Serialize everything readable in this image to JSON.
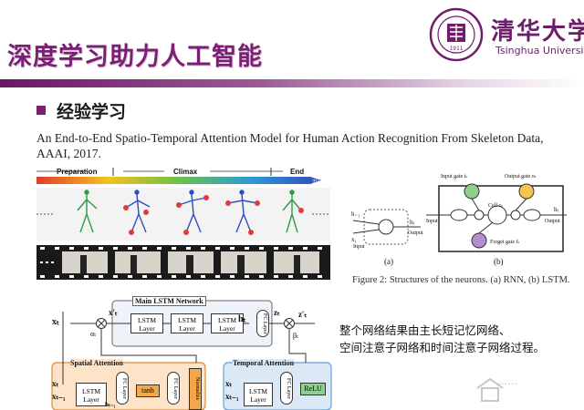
{
  "slide": {
    "title": "深度学习助力人工智能",
    "section": "经验学习",
    "citation": "An End-to-End Spatio-Temporal Attention Model for Human Action Recognition From Skeleton Data, AAAI, 2017.",
    "description_lines": [
      "整个网络结果由主长短记忆网络、",
      "空间注意子网络和时间注意子网络过程。"
    ],
    "watermark": "……"
  },
  "logo": {
    "name_cn": "清华大学",
    "name_en": "Tsinghua University",
    "seal_text": "1911"
  },
  "figure_timeline": {
    "phases": [
      "Preparation",
      "Climax",
      "End"
    ],
    "axis_label": "Time"
  },
  "figure_neurons": {
    "caption": "Figure 2: Structures of the neurons. (a) RNN, (b) LSTM.",
    "label_a": "(a)",
    "label_b": "(b)",
    "rnn_labels": {
      "h_prev": "h₋₁",
      "x_in": "x₁",
      "input": "Input",
      "output": "Output",
      "h_out": "hₜ"
    },
    "lstm_labels": {
      "input_gate": "Input gate iₜ",
      "output_gate": "Output gate oₜ",
      "forget_gate": "Forget gate fₜ",
      "cell": "Cell cₜ",
      "input": "Input",
      "output": "Output",
      "h_out": "hₜ"
    }
  },
  "figure_network": {
    "main_title": "Main LSTM Network",
    "spatial_title": "Spatial Attention",
    "temporal_title": "Temporal Attention",
    "lstm_layer": "LSTM Layer",
    "fc_layer": "FC Layer",
    "tanh": "tanh",
    "normalize": "Normalize",
    "relu": "ReLU",
    "sym_x": "xₜ",
    "sym_x_prev": "xₜ₋₁",
    "sym_x_prime": "x′ₜ",
    "sym_h": "hₜ",
    "sym_h_prev": "hₜ₋₁",
    "sym_z": "zₜ",
    "sym_z_prime": "z′ₜ",
    "sym_alpha": "αₜ",
    "sym_beta": "βₜ"
  },
  "colors": {
    "purple": "#7a1f74",
    "orange_fill": "#fde4c8",
    "orange_box": "#f4a64a",
    "blue_fill": "#dbe8f6",
    "blue_box": "#9ec3ea",
    "green_box": "#8fd18b"
  }
}
